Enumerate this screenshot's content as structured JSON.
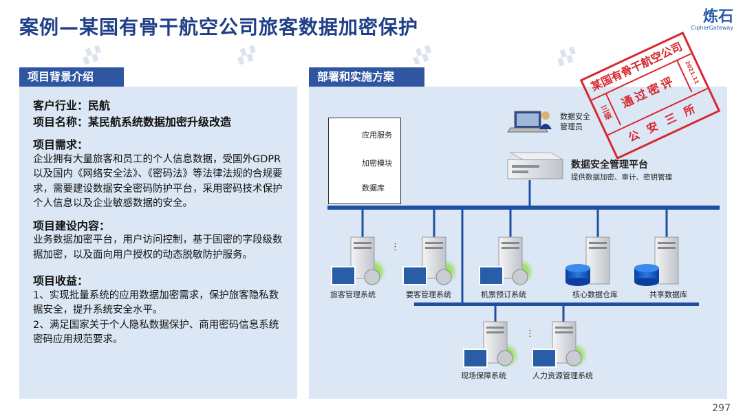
{
  "title": "案例—某国有骨干航空公司旅客数据加密保护",
  "logo": {
    "cn": "炼石",
    "en": "CipherGateway"
  },
  "left": {
    "heading": "项目背景介绍",
    "industry": "客户行业：民航",
    "project_name": "项目名称：某民航系统数据加密升级改造",
    "req_title": "项目需求：",
    "req_text": "企业拥有大量旅客和员工的个人信息数据，受国外GDPR以及国内《网络安全法》、《密码法》等法律法规的合规要求，需要建设数据安全密码防护平台，采用密码技术保护个人信息以及企业敏感数据的安全。",
    "build_title": "项目建设内容：",
    "build_text": "业务数据加密平台，用户访问控制，基于国密的字段级数据加密，以及面向用户授权的动态脱敏防护服务。",
    "benefit_title": "项目收益：",
    "benefit_1": "1、实现批量系统的应用数据加密需求，保护旅客隐私数据安全，提升系统安全水平。",
    "benefit_2": "2、满足国家关于个人隐私数据保护、商用密码信息系统密码应用规范要求。"
  },
  "right": {
    "heading": "部署和实施方案",
    "legend": {
      "app": "应用服务",
      "crypto": "加密模块",
      "db": "数据库"
    },
    "admin_label": "数据安全\n管理员",
    "platform_title": "数据安全管理平台",
    "platform_sub": "提供数据加密、审计、密钥管理",
    "systems": [
      "旅客管理系统",
      "要客管理系统",
      "机票预订系统",
      "核心数据仓库",
      "共享数据库"
    ],
    "lower_systems": [
      "现场保障系统",
      "人力资源管理系统"
    ],
    "ellipsis": "⋮"
  },
  "stamp": {
    "line1": "某国有骨干航空公司",
    "line2": "通过密评",
    "line3": "公 安 三 所",
    "grade": "三级",
    "date": "2021.11"
  },
  "page_number": "297",
  "colors": {
    "title": "#1f3f87",
    "header_bar": "#2f56a0",
    "panel_bg": "#dbe7f4",
    "bus": "#1f4fa0",
    "stamp": "#d8262e"
  }
}
